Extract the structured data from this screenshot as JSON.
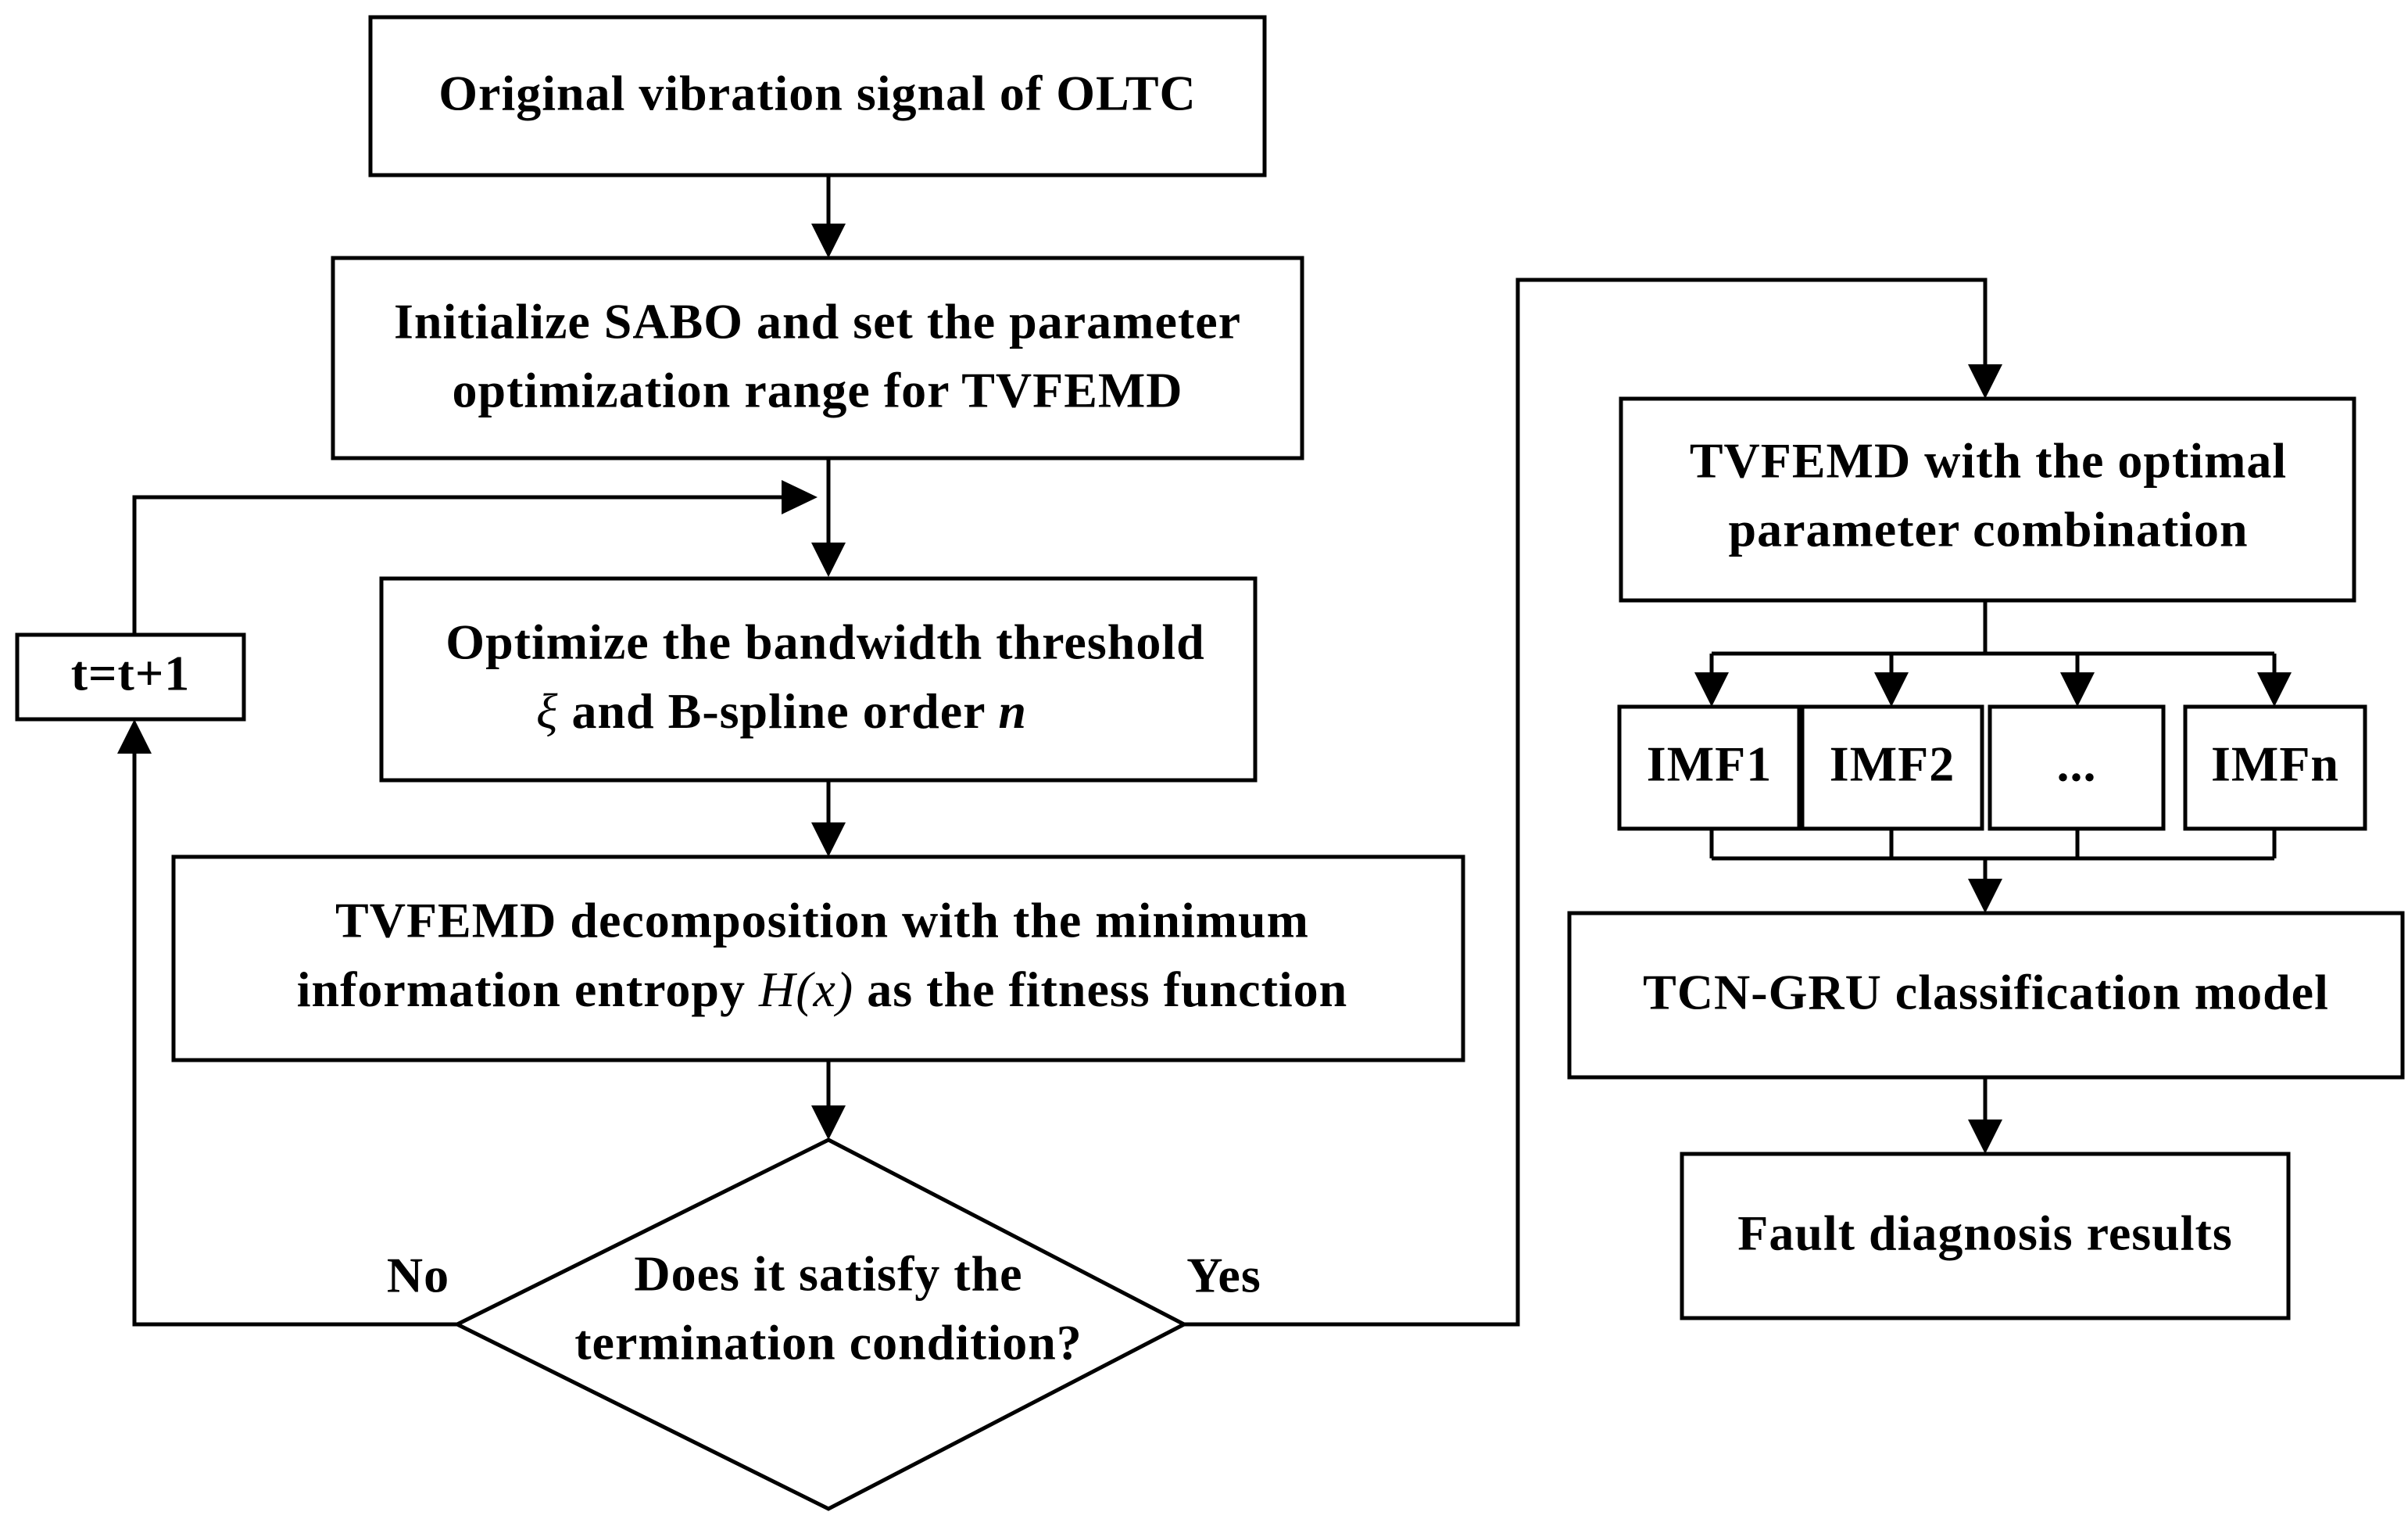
{
  "nodes": {
    "original": "Original vibration signal of OLTC",
    "init_line1": "Initialize SABO and set the parameter",
    "init_line2": "optimization range for TVFEMD",
    "optimize_line1": "Optimize the bandwidth threshold",
    "optimize_xi": "ξ",
    "optimize_mid": " and B-spline order ",
    "optimize_n": "n",
    "decomp_line1": "TVFEMD decomposition with the minimum",
    "decomp_pre": "information entropy ",
    "decomp_hx": "H(x)",
    "decomp_post": " as the fitness function",
    "decision_line1": "Does it satisfy the",
    "decision_line2": "termination condition?",
    "counter": "t=t+1",
    "optimal_line1": "TVFEMD with the optimal",
    "optimal_line2": "parameter combination",
    "imfs": [
      "IMF1",
      "IMF2",
      "...",
      "IMFn"
    ],
    "classifier": "TCN-GRU classification model",
    "results": "Fault diagnosis results"
  },
  "edges": {
    "no_label": "No",
    "yes_label": "Yes"
  },
  "colors": {
    "stroke": "#000000",
    "background": "#ffffff"
  }
}
